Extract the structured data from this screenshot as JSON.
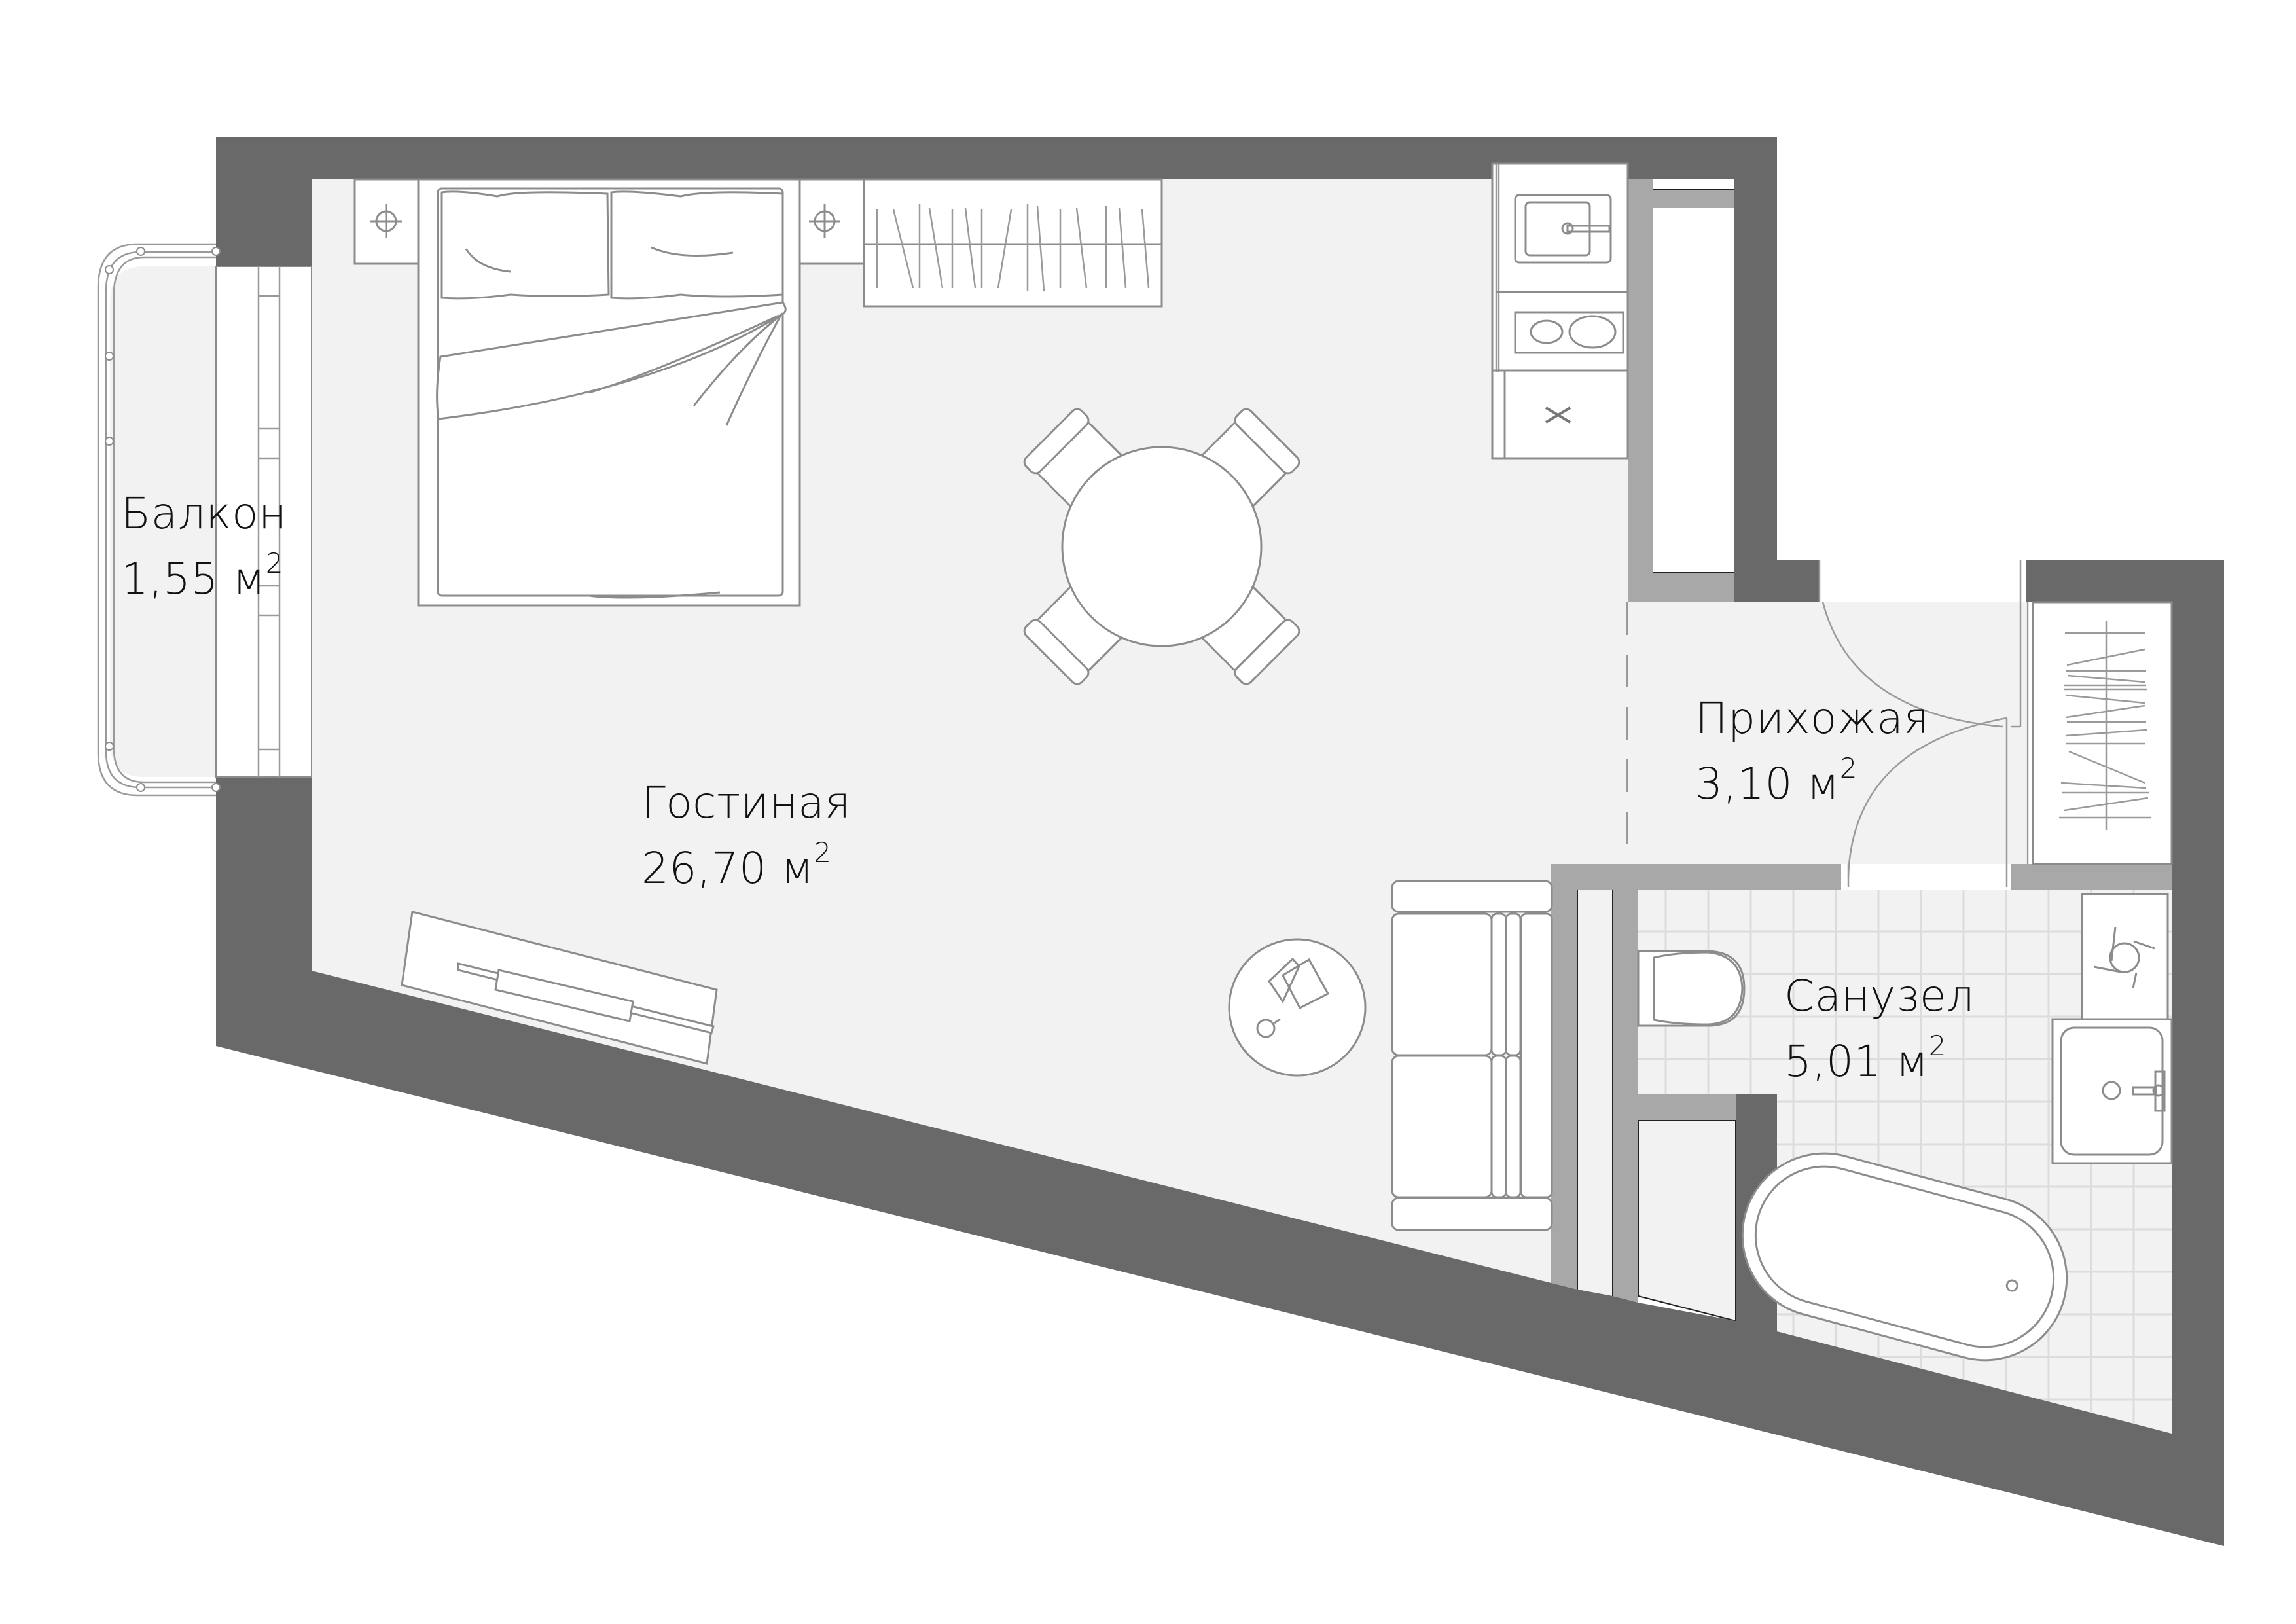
{
  "plan": {
    "type": "apartment-floor-plan",
    "colors": {
      "wall": "#696969",
      "partition": "#a8a8a8",
      "floor": "#f2f2f2",
      "furniture": "#ffffff",
      "text": "#111111"
    },
    "rooms": [
      {
        "id": "balcony",
        "name": "Балкон",
        "area_value": "1,55",
        "unit": "м",
        "unit_power": "2"
      },
      {
        "id": "living",
        "name": "Гостиная",
        "area_value": "26,70",
        "unit": "м",
        "unit_power": "2"
      },
      {
        "id": "hallway",
        "name": "Прихожая",
        "area_value": "3,10",
        "unit": "м",
        "unit_power": "2"
      },
      {
        "id": "bathroom",
        "name": "Санузел",
        "area_value": "5,01",
        "unit": "м",
        "unit_power": "2"
      }
    ],
    "furniture_icons": [
      "double-bed-icon",
      "nightstand-lamp-icon",
      "wardrobe-icon",
      "dining-table-icon",
      "dining-chair-icon",
      "kitchen-sink-icon",
      "cooktop-icon",
      "dishwasher-icon",
      "fridge-niche-icon",
      "tv-stand-icon",
      "coffee-table-icon",
      "sofa-icon",
      "entrance-door-icon",
      "hall-wardrobe-icon",
      "bathroom-door-icon",
      "toilet-icon",
      "washing-machine-icon",
      "washbasin-icon",
      "bathtub-icon",
      "balcony-railing-icon",
      "balcony-window-icon"
    ]
  }
}
